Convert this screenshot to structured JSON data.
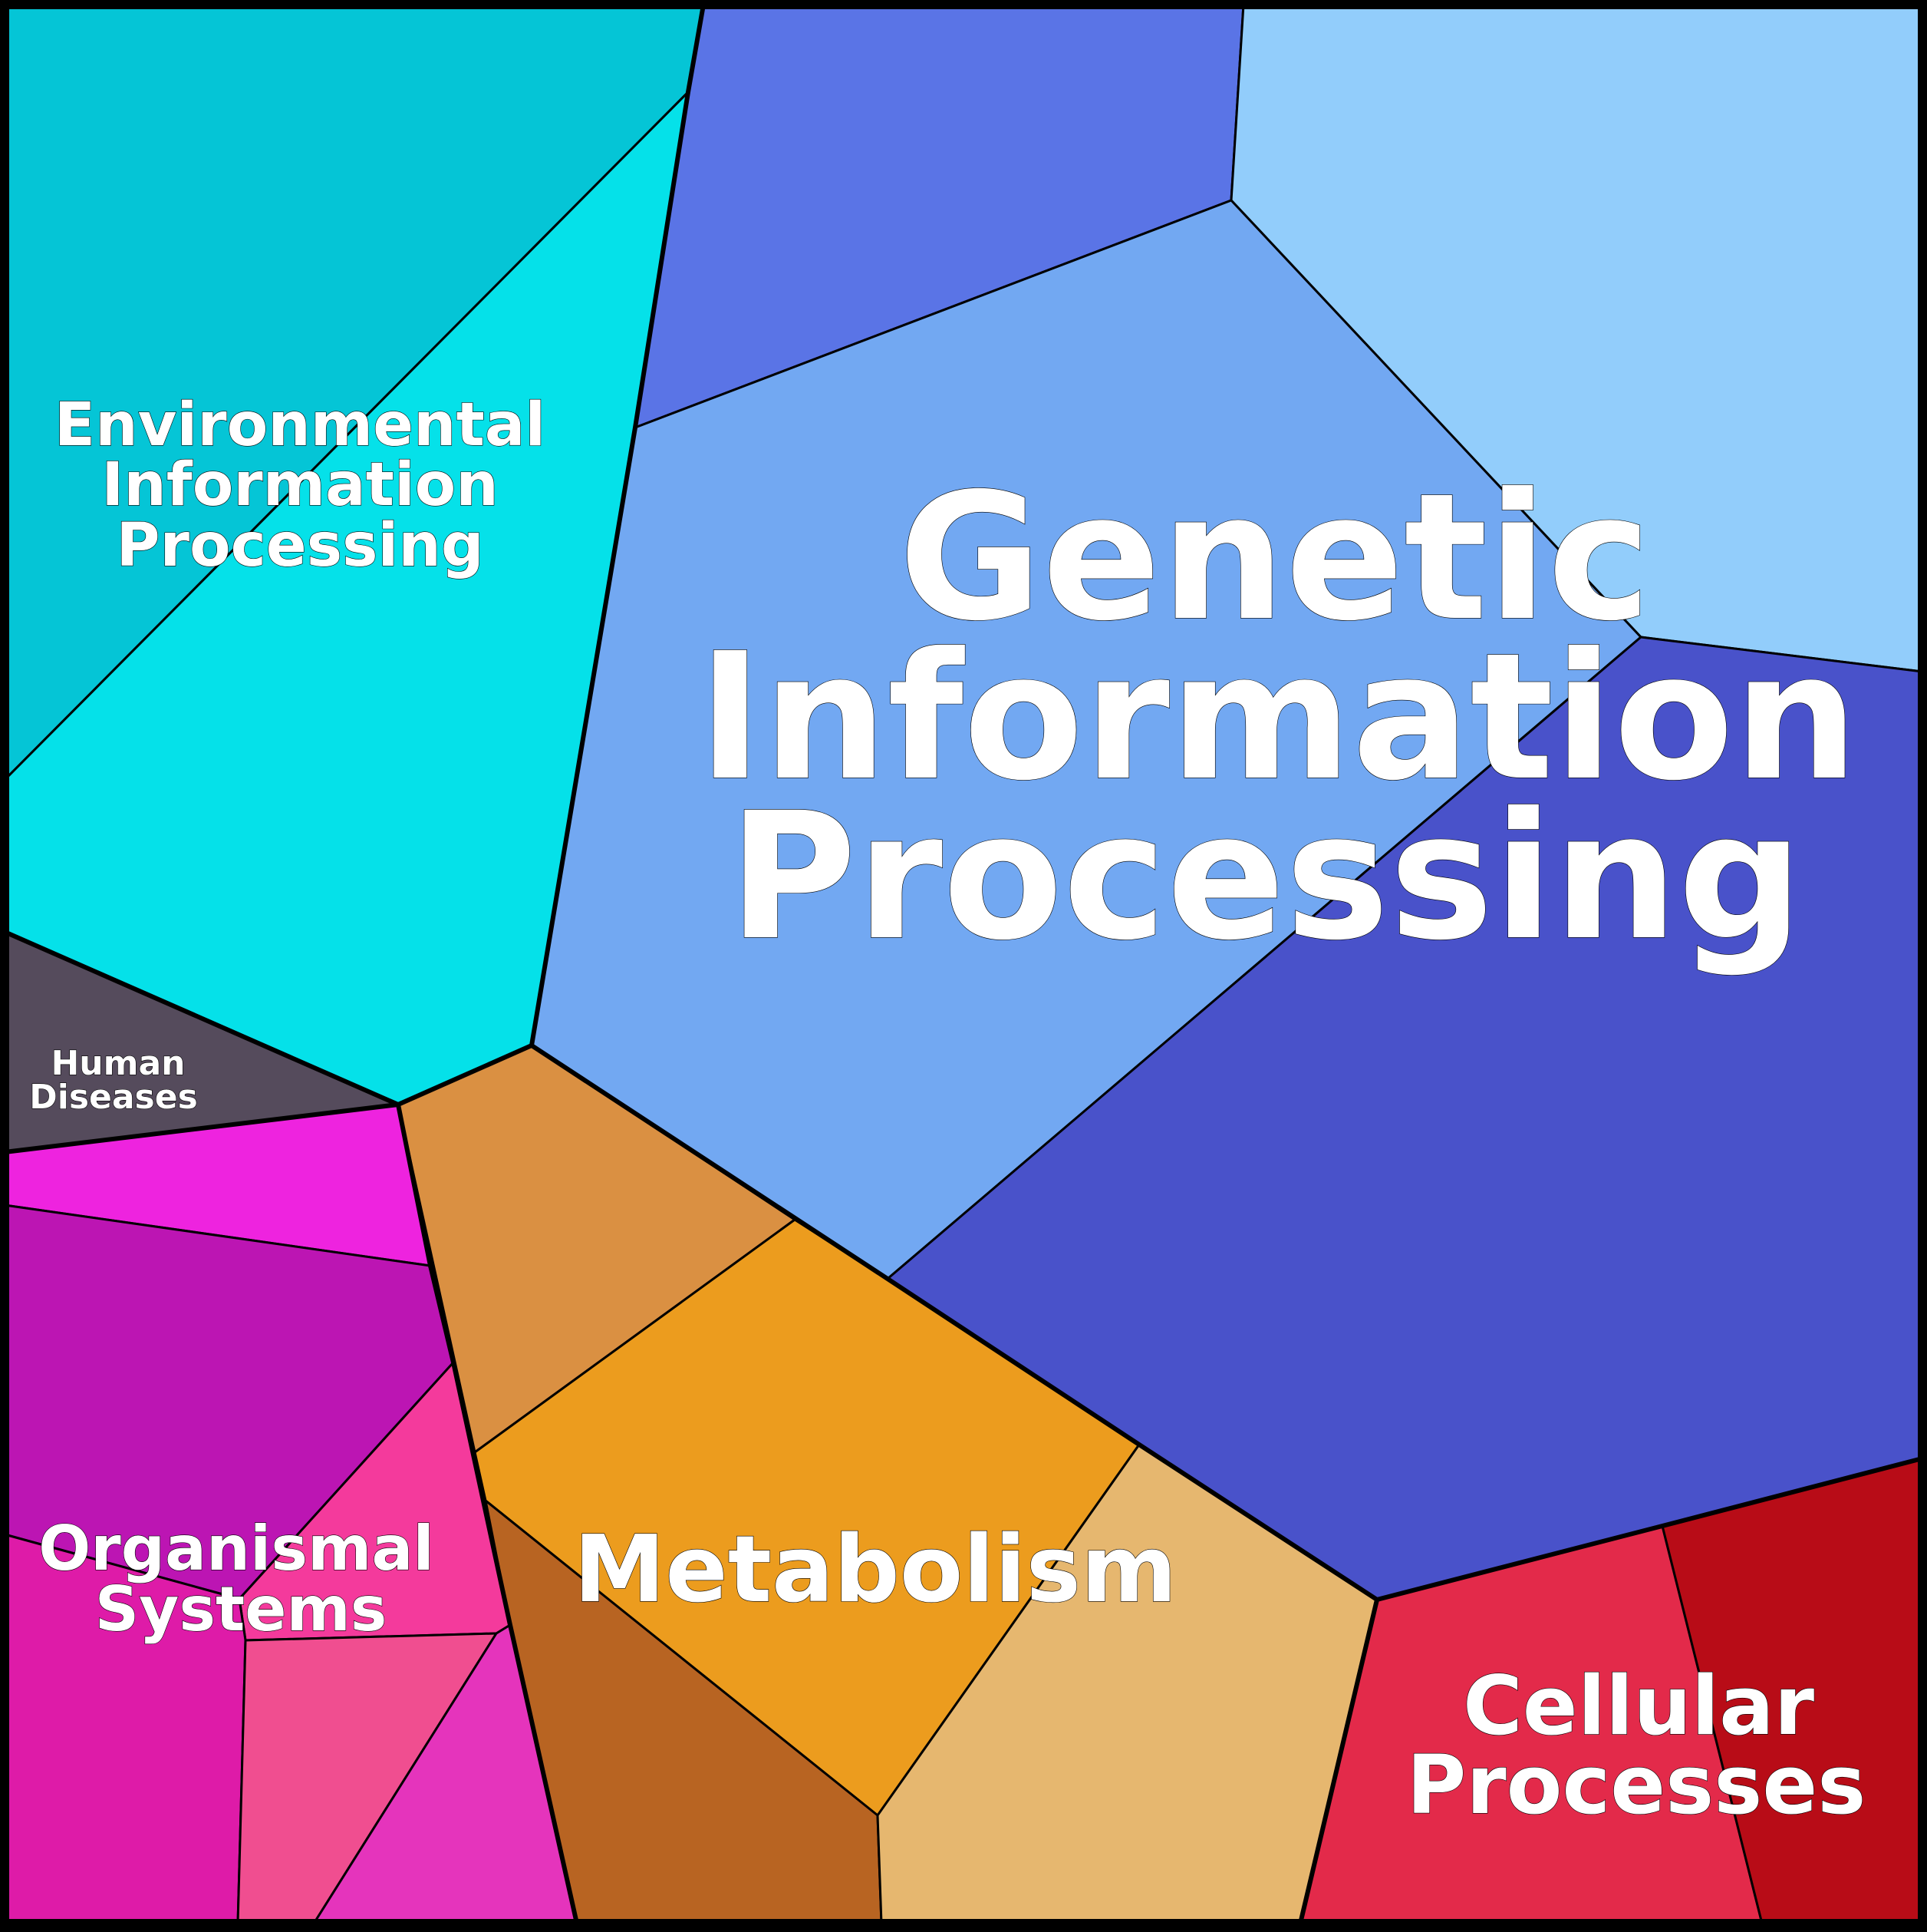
{
  "title": "KEGG pathway category Voronoi treemap",
  "categories": [
    {
      "id": "environmental",
      "label_lines": [
        "Environmental",
        "Information",
        "Processing"
      ]
    },
    {
      "id": "genetic",
      "label_lines": [
        "Genetic",
        "Information",
        "Processing"
      ]
    },
    {
      "id": "human",
      "label_lines": [
        "Human",
        "Diseases"
      ]
    },
    {
      "id": "organismal",
      "label_lines": [
        "Organismal",
        "Systems"
      ]
    },
    {
      "id": "metabolism",
      "label_lines": [
        "Metabolism"
      ]
    },
    {
      "id": "cellular",
      "label_lines": [
        "Cellular",
        "Processes"
      ]
    }
  ],
  "colors": {
    "env_upper": "#05C5D6",
    "env_lower": "#05E1E9",
    "gen_top": "#5A74E6",
    "gen_topright": "#92CDFB",
    "gen_mid": "#72A8F2",
    "gen_indigo": "#4952CA",
    "human": "#554B5C",
    "org_magenta": "#EE23DF",
    "org_purple": "#BC15B3",
    "org_pink": "#F43A9C",
    "org_leftbottom": "#DE1BA8",
    "org_pink2": "#F04E90",
    "org_purplepink": "#E534BC",
    "met_tan": "#DA9042",
    "met_orange": "#EC9C1E",
    "met_brown": "#B86422",
    "met_lighttan": "#E6B76F",
    "cell_red": "#E32A4A",
    "cell_darkred": "#B80C17"
  }
}
